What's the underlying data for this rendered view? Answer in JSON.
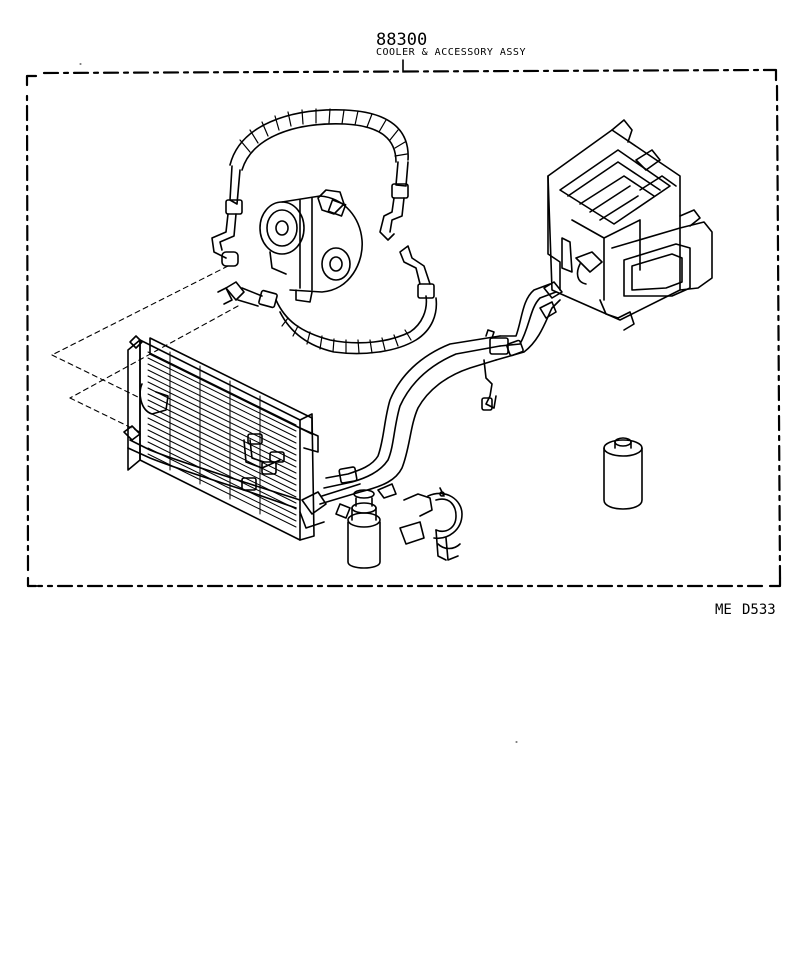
{
  "header": {
    "part_number": "88300",
    "assembly_name": "COOLER & ACCESSORY ASSY"
  },
  "footer": {
    "code_prefix": "ME",
    "code": "D533"
  },
  "parts": [
    "compressor-assembly",
    "discharge-hose",
    "suction-hose",
    "condenser",
    "receiver-dryer",
    "receiver-bracket",
    "cooling-unit",
    "liquid-tube",
    "suction-tube",
    "refrigerant-can"
  ]
}
